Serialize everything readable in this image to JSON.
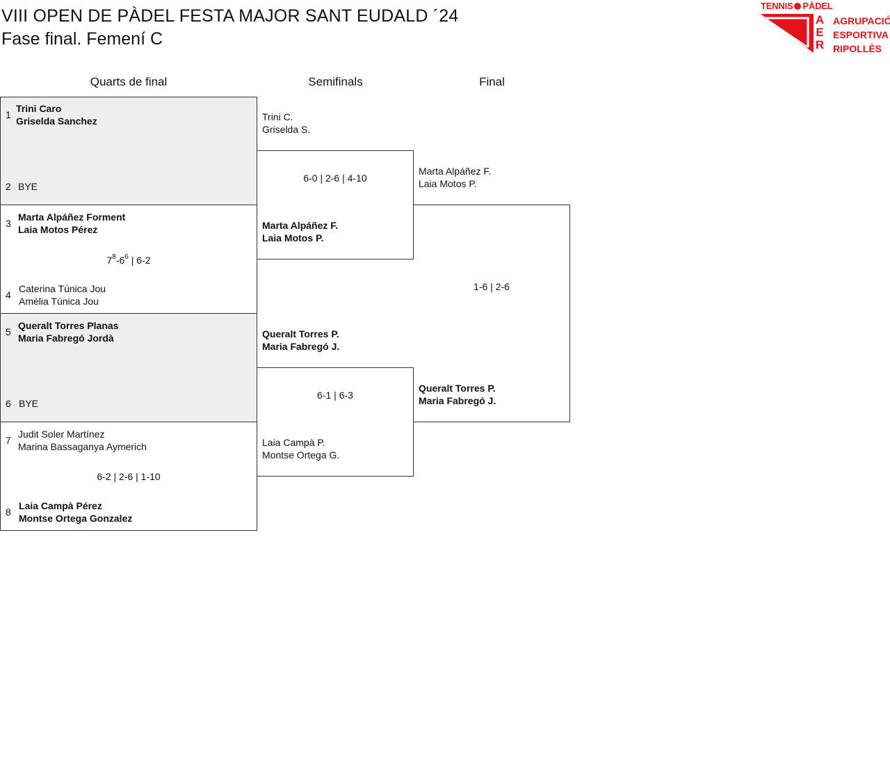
{
  "header": {
    "title": "VIII OPEN DE PÀDEL FESTA MAJOR SANT EUDALD ´24",
    "subtitle": "Fase final. Femení C"
  },
  "logo": {
    "top_text_left": "TENNIS",
    "top_text_right": "PÀDEL",
    "letters": [
      "A",
      "E",
      "R"
    ],
    "lines": [
      "AGRUPACIÓ",
      "ESPORTIVA",
      "RIPOLLÈS"
    ],
    "accent_color": "#e3121b"
  },
  "columns": {
    "quarters": "Quarts de final",
    "semis": "Semifinals",
    "final": "Final"
  },
  "quarterfinals": [
    {
      "top": {
        "seed": "1",
        "player1": "Trini Caro",
        "player2": "Griselda Sanchez",
        "winner": true
      },
      "bottom": {
        "seed": "2",
        "player1": "BYE",
        "player2": "",
        "winner": false
      },
      "score": {
        "text": "",
        "bye": true
      }
    },
    {
      "top": {
        "seed": "3",
        "player1": "Marta Alpáñez Forment",
        "player2": "Laia Motos Pérez",
        "winner": true
      },
      "bottom": {
        "seed": "4",
        "player1": "Caterina Túnica Jou",
        "player2": "Amèlia Túnica Jou",
        "winner": false
      },
      "score": {
        "s1a": "7",
        "s1a_tb": "8",
        "s1b": "6",
        "s1b_tb": "6",
        "rest": "| 6-2"
      }
    },
    {
      "top": {
        "seed": "5",
        "player1": "Queralt Torres Planas",
        "player2": "Maria Fabregó Jordà",
        "winner": true
      },
      "bottom": {
        "seed": "6",
        "player1": "BYE",
        "player2": "",
        "winner": false
      },
      "score": {
        "text": "",
        "bye": true
      }
    },
    {
      "top": {
        "seed": "7",
        "player1": "Judit Soler Martínez",
        "player2": "Marina Bassaganya Aymerich",
        "winner": false
      },
      "bottom": {
        "seed": "8",
        "player1": "Laia Campà Pérez",
        "player2": "Montse Ortega Gonzalez",
        "winner": true
      },
      "score": {
        "text": "6-2 | 2-6 | 1-10"
      }
    }
  ],
  "semifinals": [
    {
      "top": {
        "player1": "Trini C.",
        "player2": "Griselda S.",
        "winner": false
      },
      "bottom": {
        "player1": "Marta Alpáñez F.",
        "player2": "Laia Motos P.",
        "winner": true
      },
      "score": "6-0 | 2-6 | 4-10"
    },
    {
      "top": {
        "player1": "Queralt Torres P.",
        "player2": "Maria Fabregó J.",
        "winner": true
      },
      "bottom": {
        "player1": "Laia Campà P.",
        "player2": "Montse Ortega G.",
        "winner": false
      },
      "score": "6-1 | 6-3"
    }
  ],
  "final": {
    "top": {
      "player1": "Marta Alpáñez F.",
      "player2": "Laia Motos P.",
      "winner": false
    },
    "bottom": {
      "player1": "Queralt Torres P.",
      "player2": "Maria Fabregó J.",
      "winner": true
    },
    "score": "1-6 | 2-6"
  }
}
